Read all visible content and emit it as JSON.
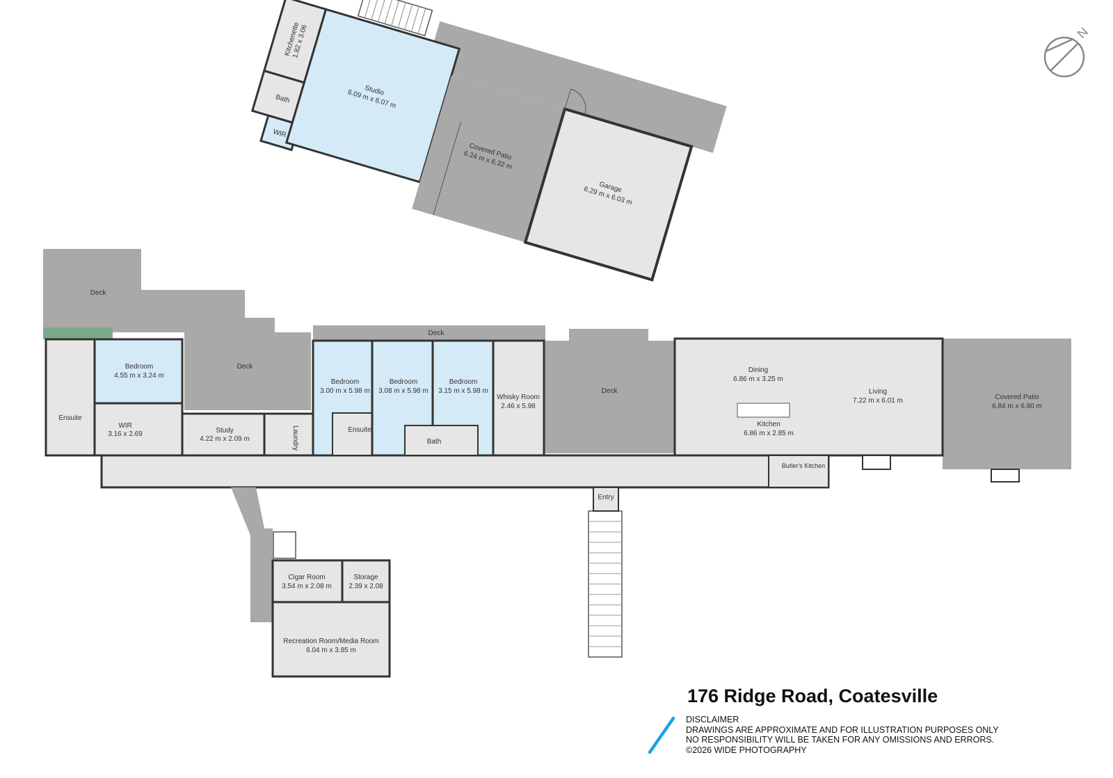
{
  "title": "176 Ridge Road, Coatesville",
  "disclaimer": {
    "heading": "DISCLAIMER",
    "line1": "DRAWINGS ARE APPROXIMATE AND FOR ILLUSTRATION PURPOSES ONLY",
    "line2": "NO RESPONSIBILITY WILL BE TAKEN FOR ANY OMISSIONS AND ERRORS.",
    "copyright": "©2026 WIDE PHOTOGRAPHY"
  },
  "compass": {
    "letter": "N",
    "icon": "compass-icon"
  },
  "colors": {
    "deck": "#a9a9a9",
    "room": "#e6e6e6",
    "highlight": "#d4eaf7",
    "wall": "#333333",
    "accent": "#1aa3dc"
  },
  "rooms": {
    "studio": {
      "name": "Studio",
      "size": "6.09 m x 6.07 m"
    },
    "kitchenette": {
      "name": "Kitchenette",
      "size": "1.82 x 3.06"
    },
    "studio_bath": {
      "name": "Bath"
    },
    "studio_wir": {
      "name": "WIR"
    },
    "covered_patio_top": {
      "name": "Covered Patio",
      "size": "6.24 m x 6.32 m"
    },
    "garage": {
      "name": "Garage",
      "size": "6.29 m x 6.03 m"
    },
    "deck_1": {
      "name": "Deck"
    },
    "deck_2": {
      "name": "Deck"
    },
    "deck_3": {
      "name": "Deck"
    },
    "deck_4": {
      "name": "Deck"
    },
    "master_bedroom": {
      "name": "Bedroom",
      "size": "4.55 m x 3.24 m"
    },
    "ensuite_master": {
      "name": "Ensuite"
    },
    "wir": {
      "name": "WIR",
      "size": "3.16 x 2.69"
    },
    "study": {
      "name": "Study",
      "size": "4.22 m x 2.09 m"
    },
    "laundry": {
      "name": "Laundry"
    },
    "bedroom_2": {
      "name": "Bedroom",
      "size": "3.00 m x 5.98 m"
    },
    "ensuite_2": {
      "name": "Ensuite"
    },
    "bedroom_3": {
      "name": "Bedroom",
      "size": "3.08 m x 5.98 m"
    },
    "bedroom_4": {
      "name": "Bedroom",
      "size": "3.15 m x 5.98 m"
    },
    "bath": {
      "name": "Bath"
    },
    "whisky_room": {
      "name": "Whisky Room",
      "size": "2.46 x 5.98"
    },
    "dining": {
      "name": "Dining",
      "size": "6.86 m x 3.25 m"
    },
    "living": {
      "name": "Living",
      "size": "7.22 m x 6.01 m"
    },
    "kitchen": {
      "name": "Kitchen",
      "size": "6.86 m x 2.85 m"
    },
    "butlers_kitchen": {
      "name": "Butler's Kitchen"
    },
    "covered_patio_right": {
      "name": "Covered Patio",
      "size": "6.84 m x 6.90 m"
    },
    "entry": {
      "name": "Entry"
    },
    "cigar_room": {
      "name": "Cigar Room",
      "size": "3.54 m x 2.08 m"
    },
    "storage": {
      "name": "Storage",
      "size": "2.39 x 2.08"
    },
    "recreation_room": {
      "name": "Recreation Room/Media Room",
      "size": "6.04 m x 3.85 m"
    }
  }
}
